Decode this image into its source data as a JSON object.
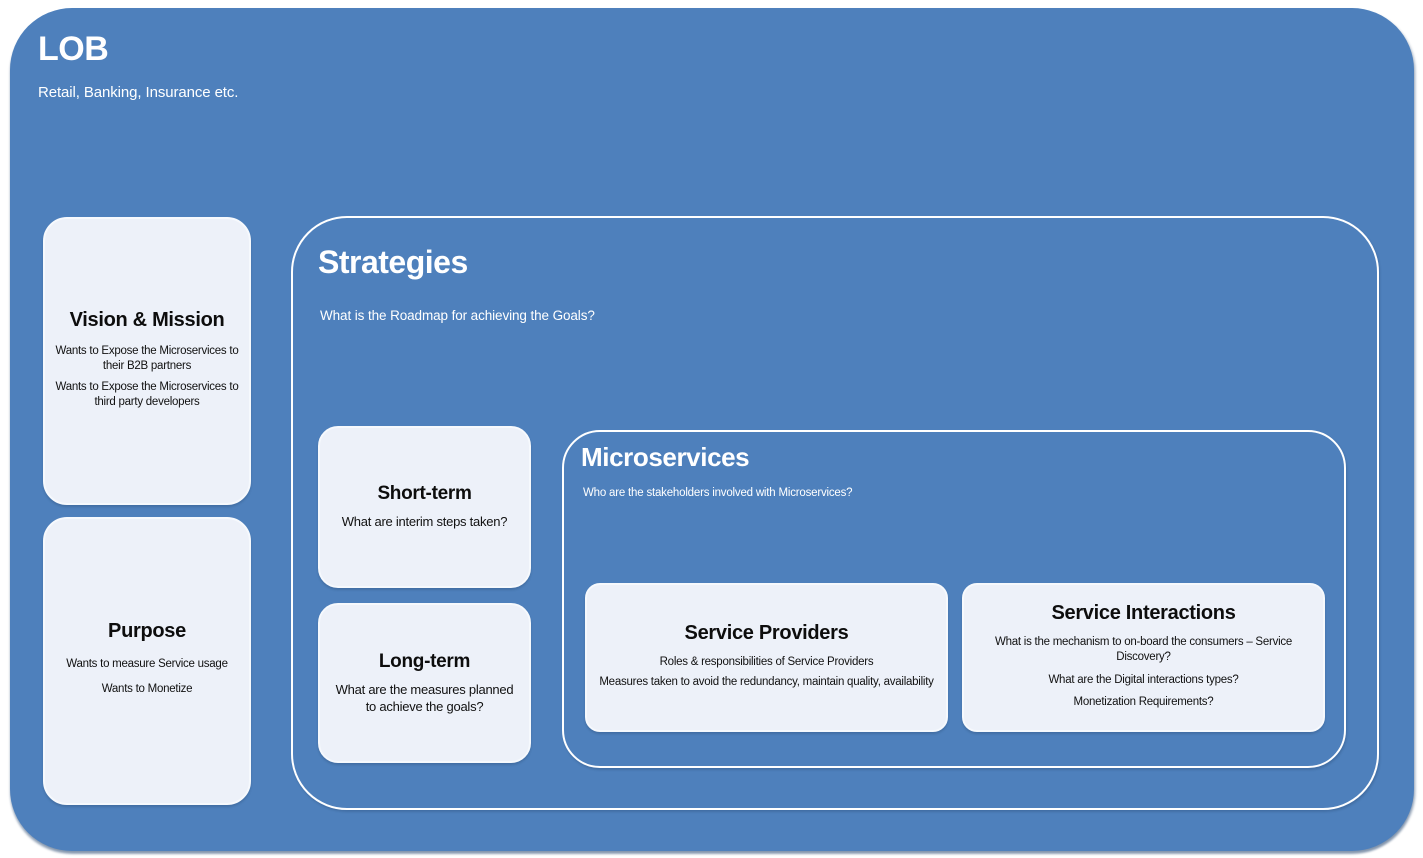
{
  "palette": {
    "background": "#FFFFFF",
    "accent_blue": "#4E80BC",
    "card_fill": "#EDF1F9",
    "container_border": "#FFFFFF",
    "title_text_dark": "#0D0D0D",
    "title_text_light": "#FFFFFF"
  },
  "lob": {
    "title": "LOB",
    "subtitle": "Retail, Banking, Insurance etc."
  },
  "vision_mission": {
    "title": "Vision & Mission",
    "items": [
      "Wants to Expose the Microservices to their B2B partners",
      "Wants to Expose the Microservices to third party developers"
    ]
  },
  "purpose": {
    "title": "Purpose",
    "items": [
      "Wants to measure Service usage",
      "Wants to Monetize"
    ]
  },
  "strategies": {
    "title": "Strategies",
    "subtitle": "What is the Roadmap for achieving the Goals?",
    "short_term": {
      "title": "Short-term",
      "items": [
        "What are interim steps taken?"
      ]
    },
    "long_term": {
      "title": "Long-term",
      "items": [
        "What are the measures planned to achieve the goals?"
      ]
    },
    "microservices": {
      "title": "Microservices",
      "subtitle": "Who are the stakeholders involved with Microservices?",
      "service_providers": {
        "title": "Service Providers",
        "items": [
          "Roles & responsibilities of Service Providers",
          "Measures taken to avoid the redundancy, maintain quality, availability"
        ]
      },
      "service_interactions": {
        "title": "Service Interactions",
        "items": [
          "What is the mechanism to on-board the consumers – Service Discovery?",
          "What are the Digital interactions types?",
          "Monetization Requirements?"
        ]
      }
    }
  }
}
